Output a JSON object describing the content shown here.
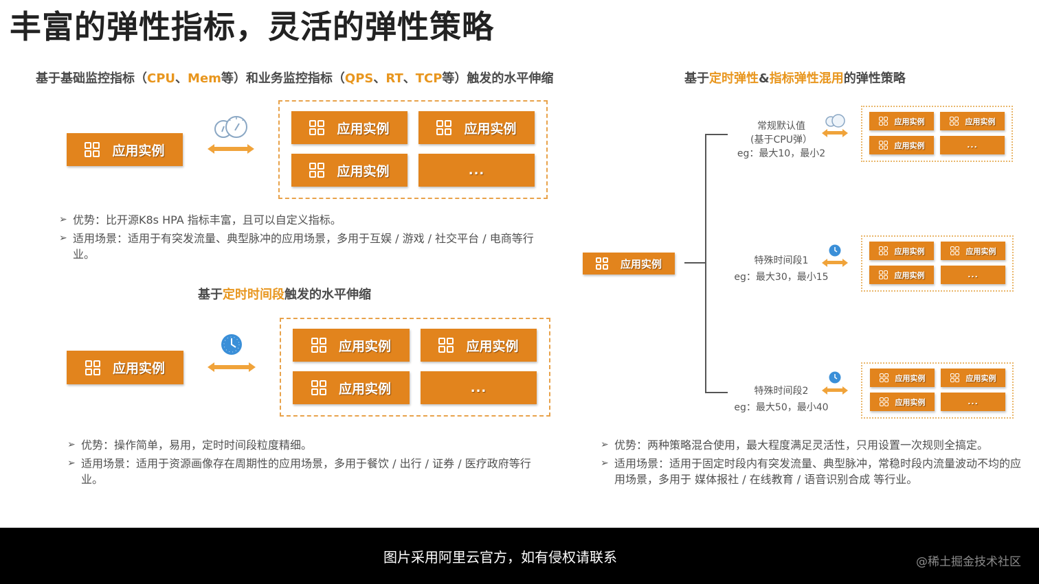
{
  "title": "丰富的弹性指标，灵活的弹性策略",
  "left_top": {
    "heading_parts": [
      {
        "text": "基于基础监控指标（",
        "highlight": false
      },
      {
        "text": "CPU",
        "highlight": true
      },
      {
        "text": "、",
        "highlight": false
      },
      {
        "text": "Mem",
        "highlight": true
      },
      {
        "text": "等）和业务监控指标（",
        "highlight": false
      },
      {
        "text": "QPS",
        "highlight": true
      },
      {
        "text": "、",
        "highlight": false
      },
      {
        "text": "RT",
        "highlight": true
      },
      {
        "text": "、",
        "highlight": false
      },
      {
        "text": "TCP",
        "highlight": true
      },
      {
        "text": "等）触发的水平伸缩",
        "highlight": false
      }
    ],
    "source_instance": "应用实例",
    "trigger_icon": "gauge-icon",
    "target_instances": [
      "应用实例",
      "应用实例",
      "应用实例",
      "..."
    ],
    "bullets": [
      "优势：比开源K8s HPA 指标丰富，且可以自定义指标。",
      "适用场景：适用于有突发流量、典型脉冲的应用场景，多用于互娱 / 游戏 /  社交平台 / 电商等行业。"
    ]
  },
  "left_bottom": {
    "heading_parts": [
      {
        "text": "基于",
        "highlight": false
      },
      {
        "text": "定时时间段",
        "highlight": true
      },
      {
        "text": "触发的水平伸缩",
        "highlight": false
      }
    ],
    "source_instance": "应用实例",
    "trigger_icon": "clock-icon",
    "target_instances": [
      "应用实例",
      "应用实例",
      "应用实例",
      "..."
    ],
    "bullets": [
      "优势：操作简单，易用，定时时间段粒度精细。",
      "适用场景：适用于资源画像存在周期性的应用场景，多用于餐饮 / 出行 / 证券 /  医疗政府等行业。"
    ]
  },
  "right": {
    "heading_parts": [
      {
        "text": "基于",
        "highlight": false
      },
      {
        "text": "定时弹性",
        "highlight": true
      },
      {
        "text": "&",
        "highlight": false
      },
      {
        "text": "指标弹性混用",
        "highlight": true
      },
      {
        "text": "的弹性策略",
        "highlight": false
      }
    ],
    "source_instance": "应用实例",
    "tiers": [
      {
        "label_lines": [
          "常规默认值",
          "(基于CPU弹）"
        ],
        "eg": "eg：最大10，最小2",
        "icon": "gauge-icon",
        "instances": [
          "应用实例",
          "应用实例",
          "应用实例",
          "..."
        ]
      },
      {
        "label_lines": [
          "特殊时间段1"
        ],
        "eg": "eg：最大30，最小15",
        "icon": "clock-icon",
        "instances": [
          "应用实例",
          "应用实例",
          "应用实例",
          "..."
        ]
      },
      {
        "label_lines": [
          "特殊时间段2"
        ],
        "eg": "eg：最大50，最小40",
        "icon": "clock-icon",
        "instances": [
          "应用实例",
          "应用实例",
          "应用实例",
          "..."
        ]
      }
    ],
    "bullets": [
      "优势：两种策略混合使用，最大程度满足灵活性，只用设置一次规则全搞定。",
      "适用场景：适用于固定时段内有突发流量、典型脉冲，常稳时段内流量波动不均的应用场景，多用于 媒体报社 / 在线教育 /  语音识别合成 等行业。"
    ]
  },
  "footer": {
    "caption": "图片采用阿里云官方，如有侵权请联系",
    "watermark": "@稀土掘金技术社区"
  },
  "colors": {
    "accent_orange": "#e2841d",
    "highlight_text": "#e8961e",
    "arrow": "#f0a33a",
    "dashed_border": "#e8a24a",
    "icon_blue": "#3a8fd8"
  }
}
